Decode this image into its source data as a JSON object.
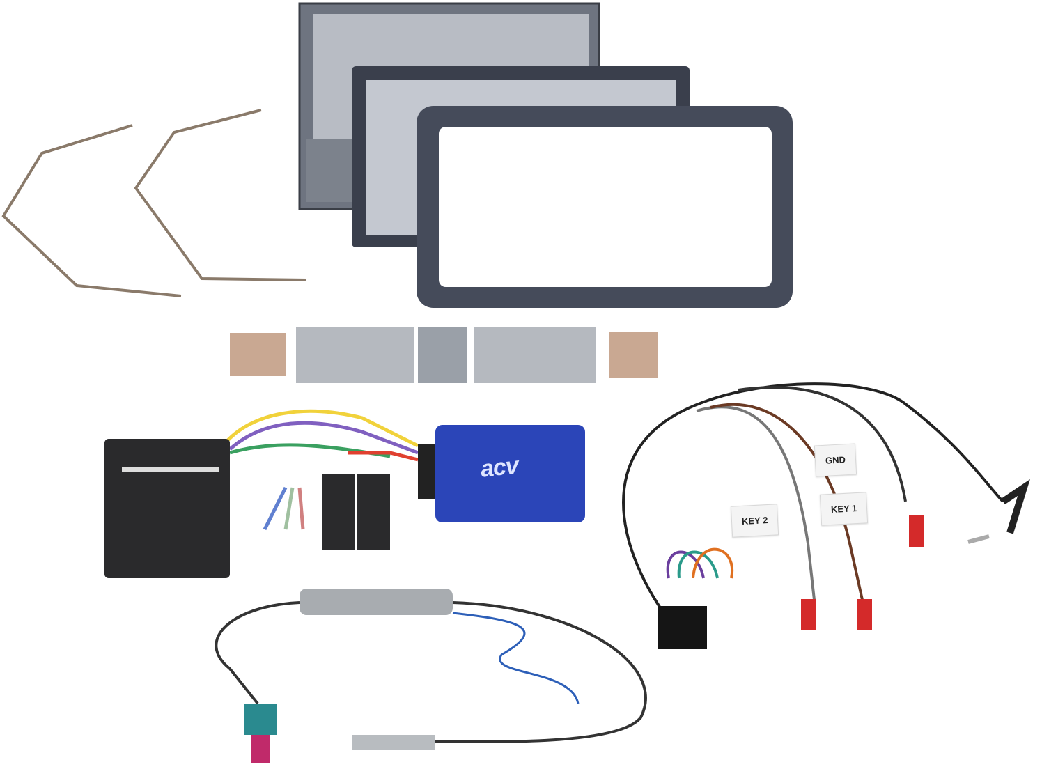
{
  "product": {
    "logo_text": "acv",
    "cable_labels": {
      "gnd": "GND",
      "key2": "KEY 2",
      "key1": "KEY 1"
    }
  },
  "colors": {
    "frame": "#3d4250",
    "interface_box": "#2b45b8",
    "fakra": "#2a8a8f",
    "plug_red": "#d42a2a"
  }
}
